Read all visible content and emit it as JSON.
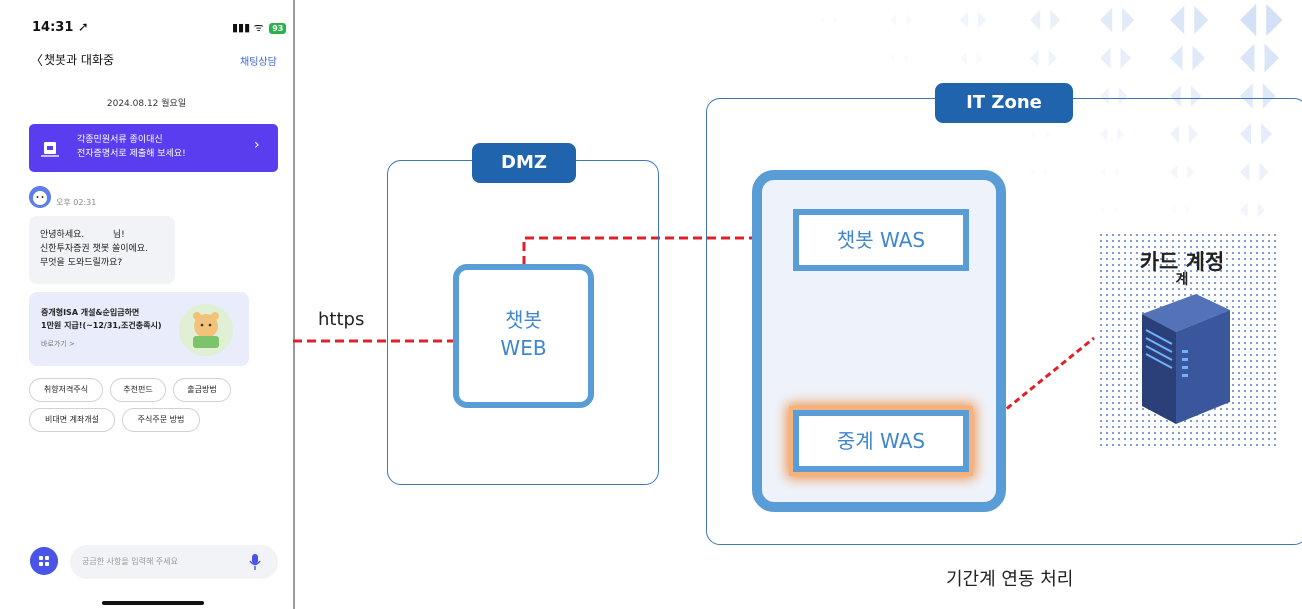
{
  "phone": {
    "status": {
      "time": "14:31 ➚",
      "signal": "▮▮▮ ᯤ",
      "battery": "93"
    },
    "nav": {
      "back": "〈",
      "title": "챗봇과 대화중",
      "action": "채팅상담"
    },
    "date": "2024.08.12 월요일",
    "banner": {
      "line1": "각종민원서류 종이대신",
      "line2": "전자증명서로 제출해 보세요!",
      "chevron": "›"
    },
    "message": {
      "time": "오후 02:31",
      "line1": "안녕하세요.          님!",
      "line2": "신한투자증권 챗봇 쏠이에요.",
      "line3": "무엇을 도와드릴까요?"
    },
    "promo": {
      "line1": "중개형ISA 개설&순입금하면",
      "line2": "1만원 지급!(~12/31,조건충족시)",
      "link": "바로가기 >"
    },
    "chips": [
      "취향저격주식",
      "추천펀드",
      "출금방법",
      "비대면 계좌개설",
      "주식주문 방법"
    ],
    "input_placeholder": "궁금한 사항을 입력해 주세요"
  },
  "diagram": {
    "https_label": "https",
    "dmz_label": "DMZ",
    "it_zone_label": "IT Zone",
    "web_node": {
      "line1": "챗봇",
      "line2": "WEB"
    },
    "chatbot_was": "챗봇 WAS",
    "relay_was": "중계 WAS",
    "card_label": {
      "line1": "카드 계정",
      "line2": "계"
    },
    "caption": "기간계 연동 처리",
    "colors": {
      "zone_tag": "#1f64ad",
      "node_border": "#5a9dd6",
      "link": "#e0202a",
      "highlight": "#f08a3a"
    }
  }
}
